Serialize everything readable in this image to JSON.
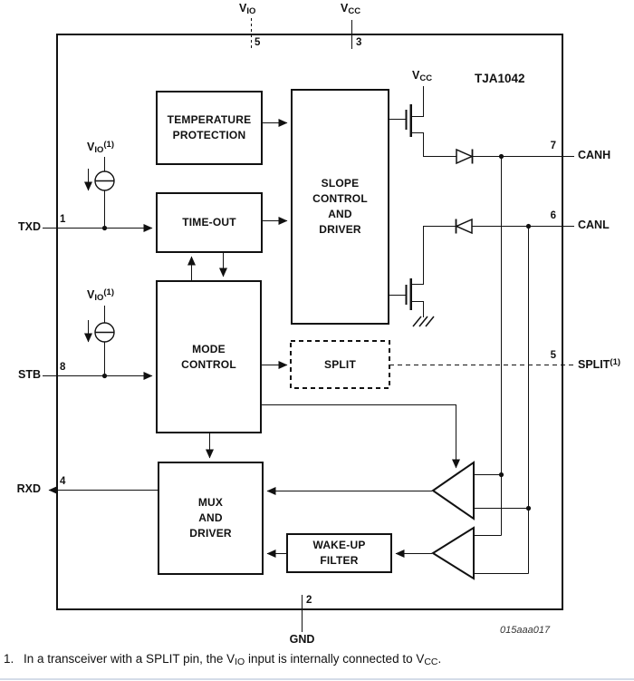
{
  "title": {
    "chip": "TJA1042",
    "figure_id": "015aaa017"
  },
  "blocks": {
    "temperature_protection": "TEMPERATURE\nPROTECTION",
    "time_out": "TIME-OUT",
    "slope_control": "SLOPE\nCONTROL\nAND\nDRIVER",
    "mode_control": "MODE\nCONTROL",
    "split": "SPLIT",
    "mux_driver": "MUX\nAND\nDRIVER",
    "wakeup_filter": "WAKE-UP\nFILTER"
  },
  "pins": {
    "vio_top": {
      "base": "V",
      "sub": "IO",
      "number": "5"
    },
    "vcc_top": {
      "base": "V",
      "sub": "CC",
      "number": "3"
    },
    "txd": {
      "label": "TXD",
      "number": "1"
    },
    "stb": {
      "label": "STB",
      "number": "8"
    },
    "rxd": {
      "label": "RXD",
      "number": "4"
    },
    "canh": {
      "label": "CANH",
      "number": "7"
    },
    "canl": {
      "label": "CANL",
      "number": "6"
    },
    "split": {
      "label": "SPLIT",
      "footnote_ref": "(1)",
      "number": "5"
    },
    "gnd": {
      "label": "GND",
      "number": "2"
    }
  },
  "supply_labels": {
    "vio_internal": {
      "base": "V",
      "sub": "IO",
      "footnote_ref": "(1)"
    },
    "vcc_internal": {
      "base": "V",
      "sub": "CC"
    }
  },
  "footnote": {
    "index": "1.",
    "text_part1": "In a transceiver with a SPLIT pin, the V",
    "sub1": "IO",
    "text_part2": " input is internally connected to V",
    "sub2": "CC",
    "text_part3": "."
  },
  "colors": {
    "line": "#111111",
    "background": "#ffffff",
    "divider": "#d4dce8"
  }
}
